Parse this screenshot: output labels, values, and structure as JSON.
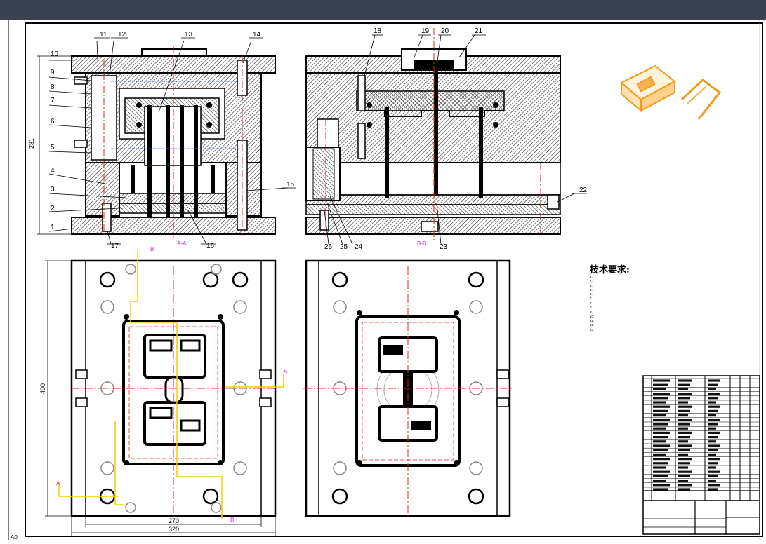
{
  "window": {
    "title": ""
  },
  "part_numbers": {
    "front": [
      "1",
      "2",
      "3",
      "4",
      "5",
      "6",
      "7",
      "8",
      "9",
      "10",
      "11",
      "12",
      "13",
      "14",
      "15",
      "16",
      "17"
    ],
    "side": [
      "18",
      "19",
      "20",
      "21",
      "22",
      "23",
      "24",
      "25",
      "26"
    ]
  },
  "section_labels": {
    "front": "A-A",
    "side": "B-B",
    "cut_a": "A",
    "cut_b": "B"
  },
  "dimensions": {
    "height_281": "281",
    "height_400": "400",
    "width_270": "270",
    "width_320": "320"
  },
  "tech_requirements": {
    "title": "技术要求:",
    "items": [
      "1.",
      "2.",
      "3.",
      "4.",
      "5.",
      "6.",
      "7.",
      "8.",
      "9.",
      "10.",
      "11.",
      "12.",
      "13."
    ]
  },
  "corner_label": "A0",
  "colors": {
    "topbar": "#3a4150",
    "hatch": "#000000",
    "center": "#e02020",
    "magenta": "#d020d0",
    "yellow": "#f0d000",
    "product": "#f29a1a"
  },
  "icons": [
    "product-render-image"
  ]
}
